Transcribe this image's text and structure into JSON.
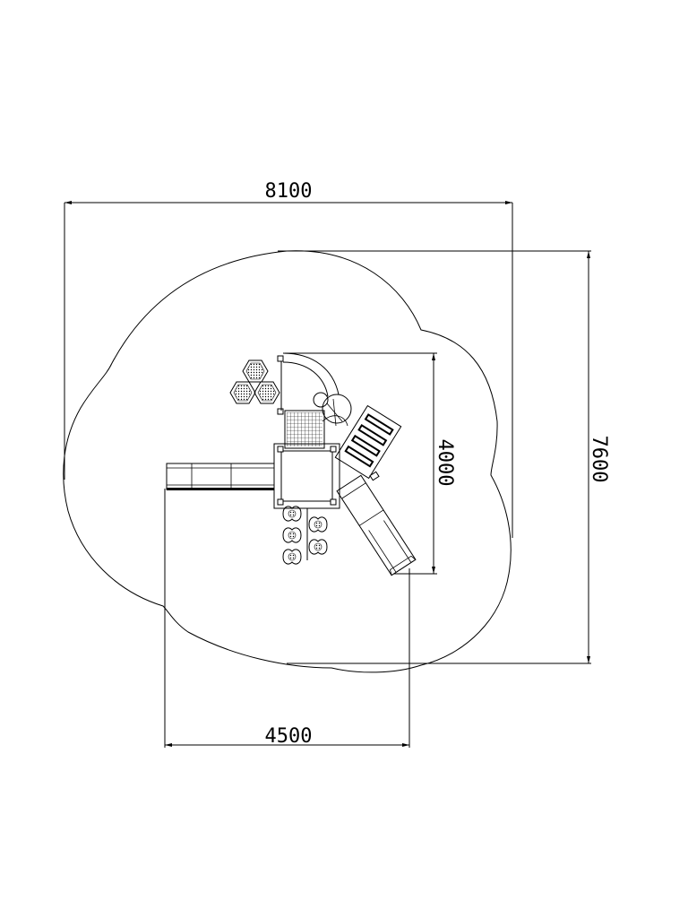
{
  "drawing": {
    "dimensions": {
      "overall_width": "8100",
      "overall_depth": "7600",
      "inner_depth": "4000",
      "base_width": "4500"
    }
  }
}
